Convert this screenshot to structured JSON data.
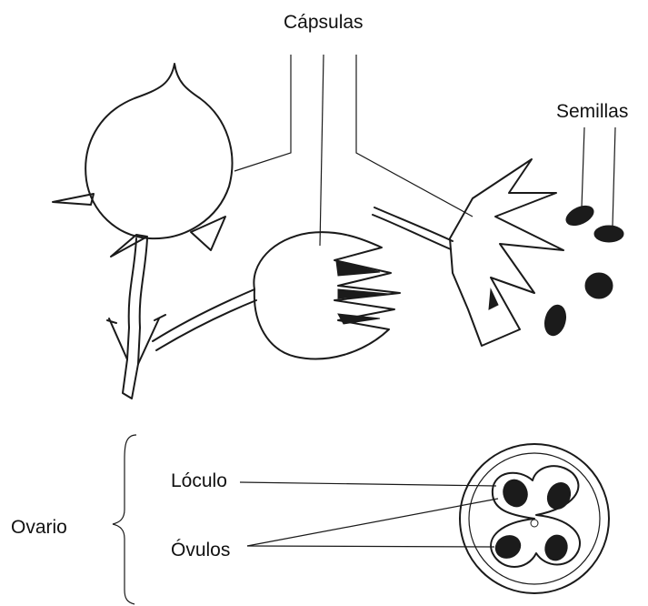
{
  "labels": {
    "capsules": "Cápsulas",
    "seeds": "Semillas",
    "locule": "Lóculo",
    "ovules": "Óvulos",
    "ovary": "Ovario"
  },
  "colors": {
    "ink": "#1a1a1a",
    "background": "#ffffff"
  }
}
